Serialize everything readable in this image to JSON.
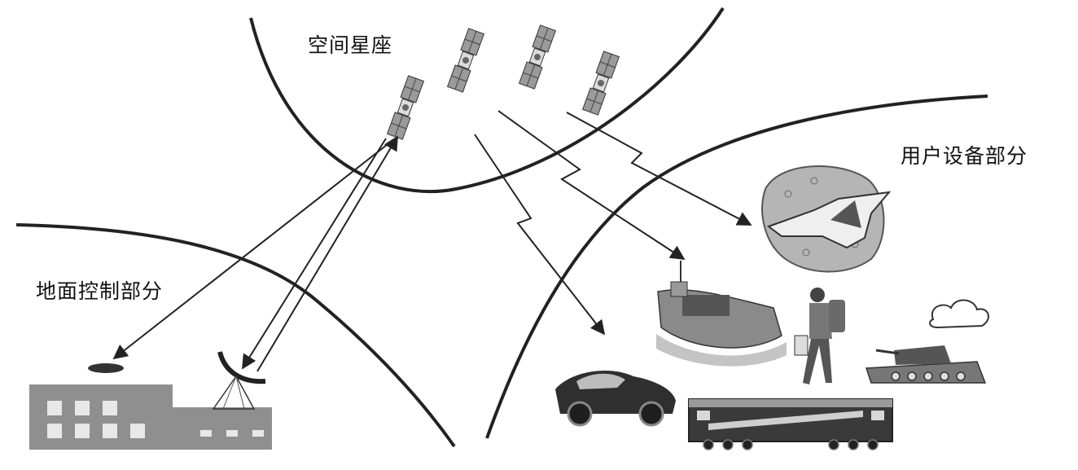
{
  "labels": {
    "space_segment": "空间星座",
    "user_segment": "用户设备部分",
    "control_segment": "地面控制部分"
  },
  "colors": {
    "line": "#222222",
    "building": "#8f8f8f",
    "window": "#e8e8e8",
    "satellite_panel": "#9a9a9a",
    "vehicle_dark": "#2f2f2f"
  }
}
